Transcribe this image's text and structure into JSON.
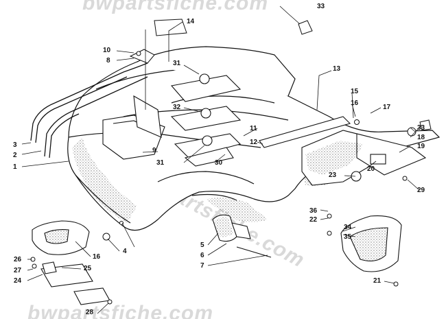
{
  "watermark": {
    "top_text": "bwpartsfiche.com",
    "mid_text": "bwpartsfiche.com",
    "bottom_text": "bwpartsfiche.com"
  },
  "callouts": {
    "c1": "1",
    "c2": "2",
    "c3": "3",
    "c4": "4",
    "c5": "5",
    "c6": "6",
    "c7": "7",
    "c8": "8",
    "c9": "9",
    "c10": "10",
    "c11": "11",
    "c12": "12",
    "c13": "13",
    "c14": "14",
    "c15": "15",
    "c16a": "16",
    "c16b": "16",
    "c17": "17",
    "c18": "18",
    "c19": "19",
    "c20": "20",
    "c21": "21",
    "c22": "22",
    "c23": "23",
    "c24": "24",
    "c25": "25",
    "c26": "26",
    "c27": "27",
    "c28": "28",
    "c29": "29",
    "c30": "30",
    "c31a": "31",
    "c31b": "31",
    "c32": "32",
    "c33a": "33",
    "c33b": "33",
    "c34": "34",
    "c35": "35",
    "c36": "36"
  },
  "colors": {
    "line": "#111111",
    "shade": "#555555",
    "watermark": "#d9d9d9"
  }
}
